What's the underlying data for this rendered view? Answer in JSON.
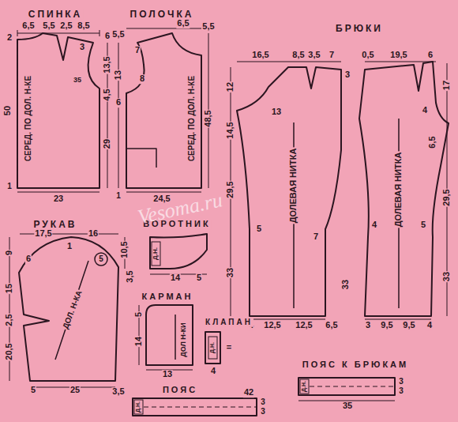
{
  "diagram": {
    "labels": [
      "СПИНКА",
      "6,5",
      "5,5",
      "2,5",
      "8,5",
      "2",
      "6",
      "3",
      "13,5",
      "35",
      "4,5",
      "50",
      "СЕРЕД. ПО ДОЛ. Н-КЕ",
      "29",
      "1",
      "23",
      "ПОЛОЧКА",
      "6,5",
      "5,5",
      "7",
      "5,5",
      "13",
      "8",
      "6",
      "СЕРЕД. ПО ДОЛ. Н-КЕ",
      "48,5",
      "1",
      "24,5",
      "БРЮКИ",
      "16,5",
      "8,5",
      "3,5",
      "7",
      "12",
      "3",
      "13",
      "14,5",
      "29,5",
      "ДОЛЕВАЯ НИТКА",
      "5",
      "7",
      "33",
      "33",
      "4",
      "12,5",
      "12,5",
      "6,5",
      "0,5",
      "19,5",
      "6",
      "17",
      "4",
      "6,5",
      "29,5",
      "ДОЛЕВАЯ НИТКА",
      "4",
      "5",
      "33",
      "3",
      "9,5",
      "9,5",
      "4",
      "РУКАВ",
      "17,5",
      "16",
      "1",
      "10,5",
      "3,5",
      "5",
      "9",
      "6",
      "15",
      "2,5",
      "20,5",
      "ДОЛ. Н-КА",
      "5",
      "25",
      "3,5",
      "ВОРОТНИК",
      "Д.Н.",
      "14",
      "5",
      "КАРМАН",
      "5",
      "14",
      "ДОЛ Н-КИ",
      "13",
      "КЛАПАН",
      "Д.Н.",
      "4",
      "=",
      "ПОЯС К БРЮКАМ",
      "Д.Н.",
      "3",
      "3",
      "35",
      "ПОЯС",
      "42",
      "Д.Н.",
      "3",
      "3",
      "Vesoma.ru"
    ]
  }
}
